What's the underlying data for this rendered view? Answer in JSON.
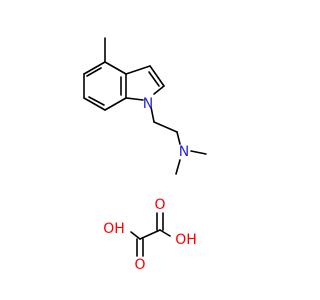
{
  "molecule": {
    "atoms": {
      "indole_n": {
        "symbol": "N",
        "color": "#2323e0"
      },
      "amine_n": {
        "symbol": "N",
        "color": "#2323e0"
      },
      "oxalic_o_left_oh": {
        "symbol": "OH",
        "color": "#ff0000"
      },
      "oxalic_o_right_oh": {
        "symbol": "OH",
        "color": "#ff0000"
      },
      "oxalic_o_left_co": {
        "symbol": "O",
        "color": "#ff0000"
      },
      "oxalic_o_right_co": {
        "symbol": "O",
        "color": "#ff0000"
      }
    }
  }
}
